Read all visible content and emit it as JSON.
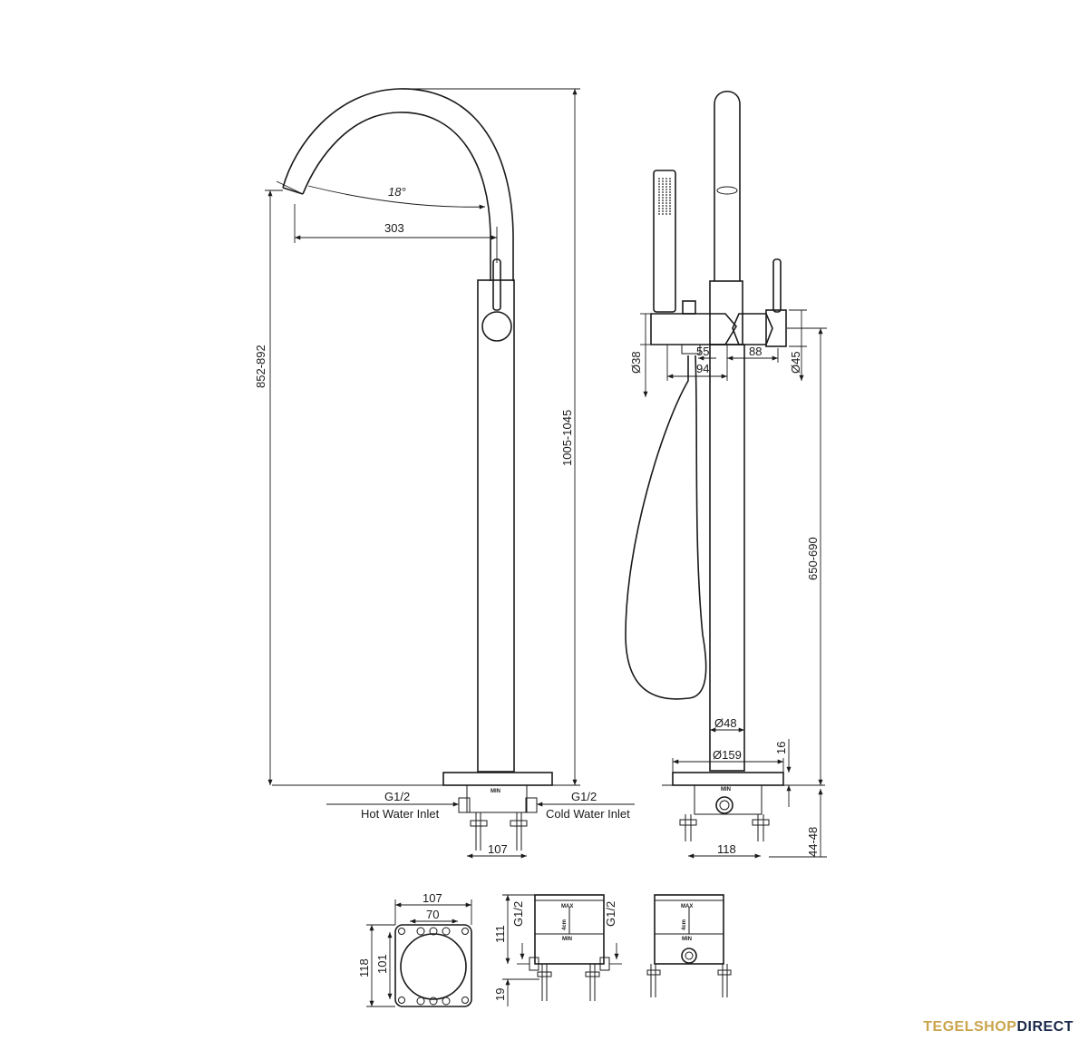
{
  "brand": {
    "part1": "TEGELSHOP",
    "part2": "DIRECT",
    "color1": "#c9a44a",
    "color2": "#1b2a4a"
  },
  "dims": {
    "angle": "18°",
    "reach": "303",
    "spout_height": "852-892",
    "total_height": "1005-1045",
    "d38": "Ø38",
    "d55": "55",
    "d94": "94",
    "d88": "88",
    "d45": "Ø45",
    "h650": "650-690",
    "d48": "Ø48",
    "d159": "Ø159",
    "d16": "16",
    "d118": "118",
    "d4448": "44-48",
    "d107": "107",
    "b107": "107",
    "b70": "70",
    "b118": "118",
    "b101": "101",
    "b111": "111",
    "b19": "19",
    "g12a": "G1/2",
    "g12b": "G1/2"
  },
  "labels": {
    "hot_g": "G1/2",
    "hot_text": "Hot Water Inlet",
    "cold_g": "G1/2",
    "cold_text": "Cold Water Inlet",
    "max1": "MAX",
    "min1": "MIN",
    "max2": "MAX",
    "min2": "MIN",
    "min_top1": "MIN",
    "min_top2": "MIN",
    "cm1": "4cm",
    "cm2": "4cm"
  }
}
